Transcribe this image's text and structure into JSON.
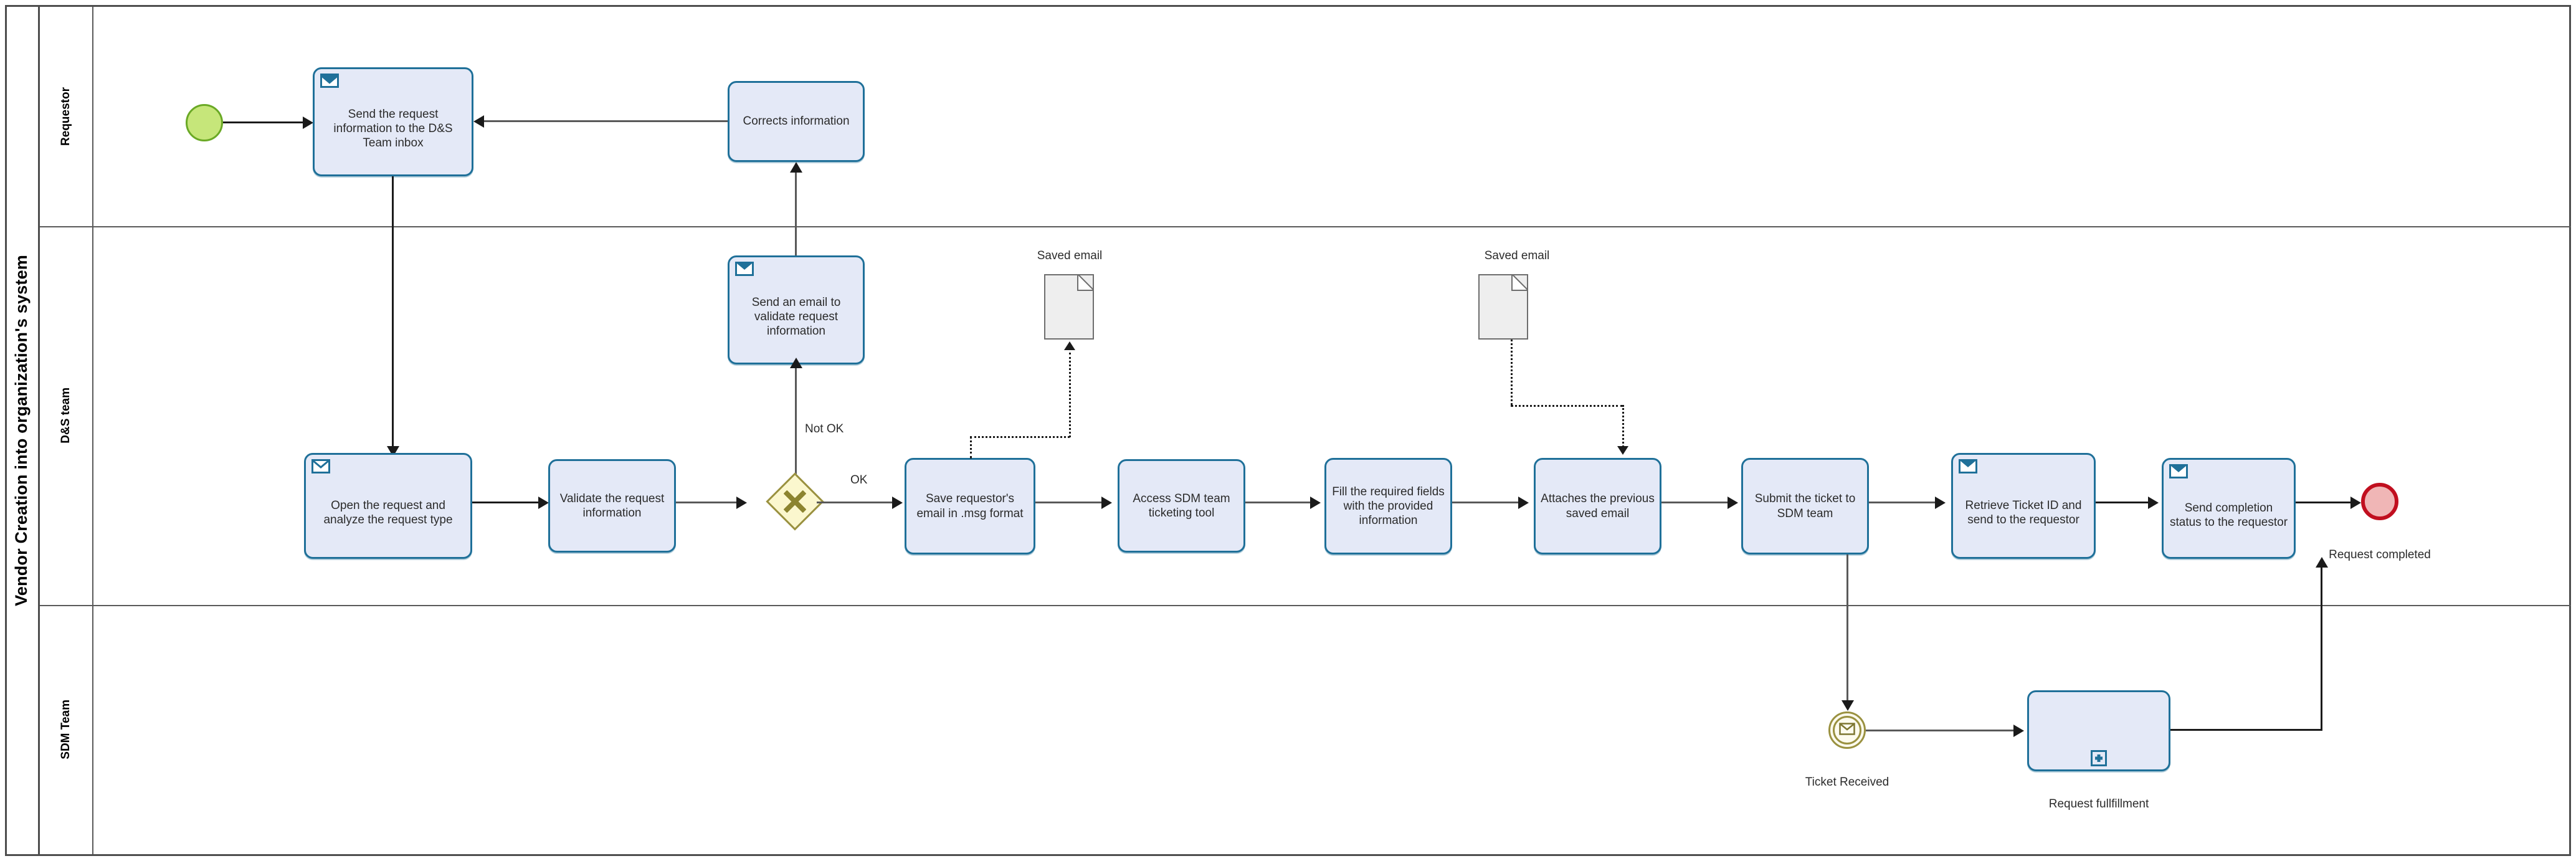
{
  "pool": {
    "title": "Vendor Creation into organization's system",
    "lanes": [
      {
        "id": "requestor",
        "label": "Requestor"
      },
      {
        "id": "ds-team",
        "label": "D&S team"
      },
      {
        "id": "sdm-team",
        "label": "SDM Team"
      }
    ]
  },
  "colors": {
    "task_fill": "#e4e9f7",
    "task_border": "#1f7099",
    "start_event_fill": "#c6e67a",
    "start_event_border": "#6aa925",
    "end_event_fill": "#f0b6b6",
    "end_event_border": "#c10f1f",
    "gateway_fill": "#fbf7ce",
    "gateway_border": "#9a9140",
    "message_event_border": "#9a9140",
    "data_object_fill": "#eeeeee",
    "lane_border": "#595959"
  },
  "events": {
    "start": {
      "name": "start-event",
      "label": ""
    },
    "end": {
      "name": "end-event",
      "label": "Request completed"
    },
    "ticket_received": {
      "name": "message-start-event",
      "label": "Ticket Received",
      "icon": "envelope-icon"
    }
  },
  "gateway": {
    "name": "exclusive-gateway",
    "type": "exclusive",
    "glyph": "X",
    "outgoing": [
      {
        "label": "Not OK"
      },
      {
        "label": "OK"
      }
    ]
  },
  "tasks": [
    {
      "id": "send-request-info",
      "lane": "requestor",
      "label": "Send the request information to the D&S Team inbox",
      "icon": "envelope-icon"
    },
    {
      "id": "corrects-information",
      "lane": "requestor",
      "label": "Corrects information",
      "icon": null
    },
    {
      "id": "send-validation-email",
      "lane": "ds-team",
      "label": "Send an email to validate request information",
      "icon": "envelope-icon"
    },
    {
      "id": "open-analyze-request",
      "lane": "ds-team",
      "label": "Open the request and analyze the request type",
      "icon": "envelope-icon"
    },
    {
      "id": "validate-request-info",
      "lane": "ds-team",
      "label": "Validate the request information",
      "icon": null
    },
    {
      "id": "save-email-msg",
      "lane": "ds-team",
      "label": "Save requestor's email in .msg format",
      "icon": null
    },
    {
      "id": "access-sdm-tool",
      "lane": "ds-team",
      "label": "Access SDM team ticketing tool",
      "icon": null
    },
    {
      "id": "fill-required-fields",
      "lane": "ds-team",
      "label": "Fill the required fields with the provided information",
      "icon": null
    },
    {
      "id": "attach-saved-email",
      "lane": "ds-team",
      "label": "Attaches the previous saved email",
      "icon": null
    },
    {
      "id": "submit-ticket",
      "lane": "ds-team",
      "label": "Submit the ticket to SDM team",
      "icon": null
    },
    {
      "id": "retrieve-ticket-id",
      "lane": "ds-team",
      "label": "Retrieve Ticket ID and send to the requestor",
      "icon": "envelope-icon"
    },
    {
      "id": "send-completion",
      "lane": "ds-team",
      "label": "Send completion status to the requestor",
      "icon": "envelope-icon"
    },
    {
      "id": "request-fulfillment",
      "lane": "sdm-team",
      "label": "",
      "icon": null,
      "marker": "plus-icon",
      "external_label": "Request fullfillment"
    }
  ],
  "data_objects": [
    {
      "id": "saved-email-1",
      "label": "Saved email"
    },
    {
      "id": "saved-email-2",
      "label": "Saved email"
    }
  ],
  "labels": {
    "request_fulfillment": "Request fullfillment",
    "ticket_received": "Ticket Received",
    "request_completed": "Request completed",
    "gw_ok": "OK",
    "gw_not_ok": "Not OK",
    "saved_email": "Saved email"
  }
}
